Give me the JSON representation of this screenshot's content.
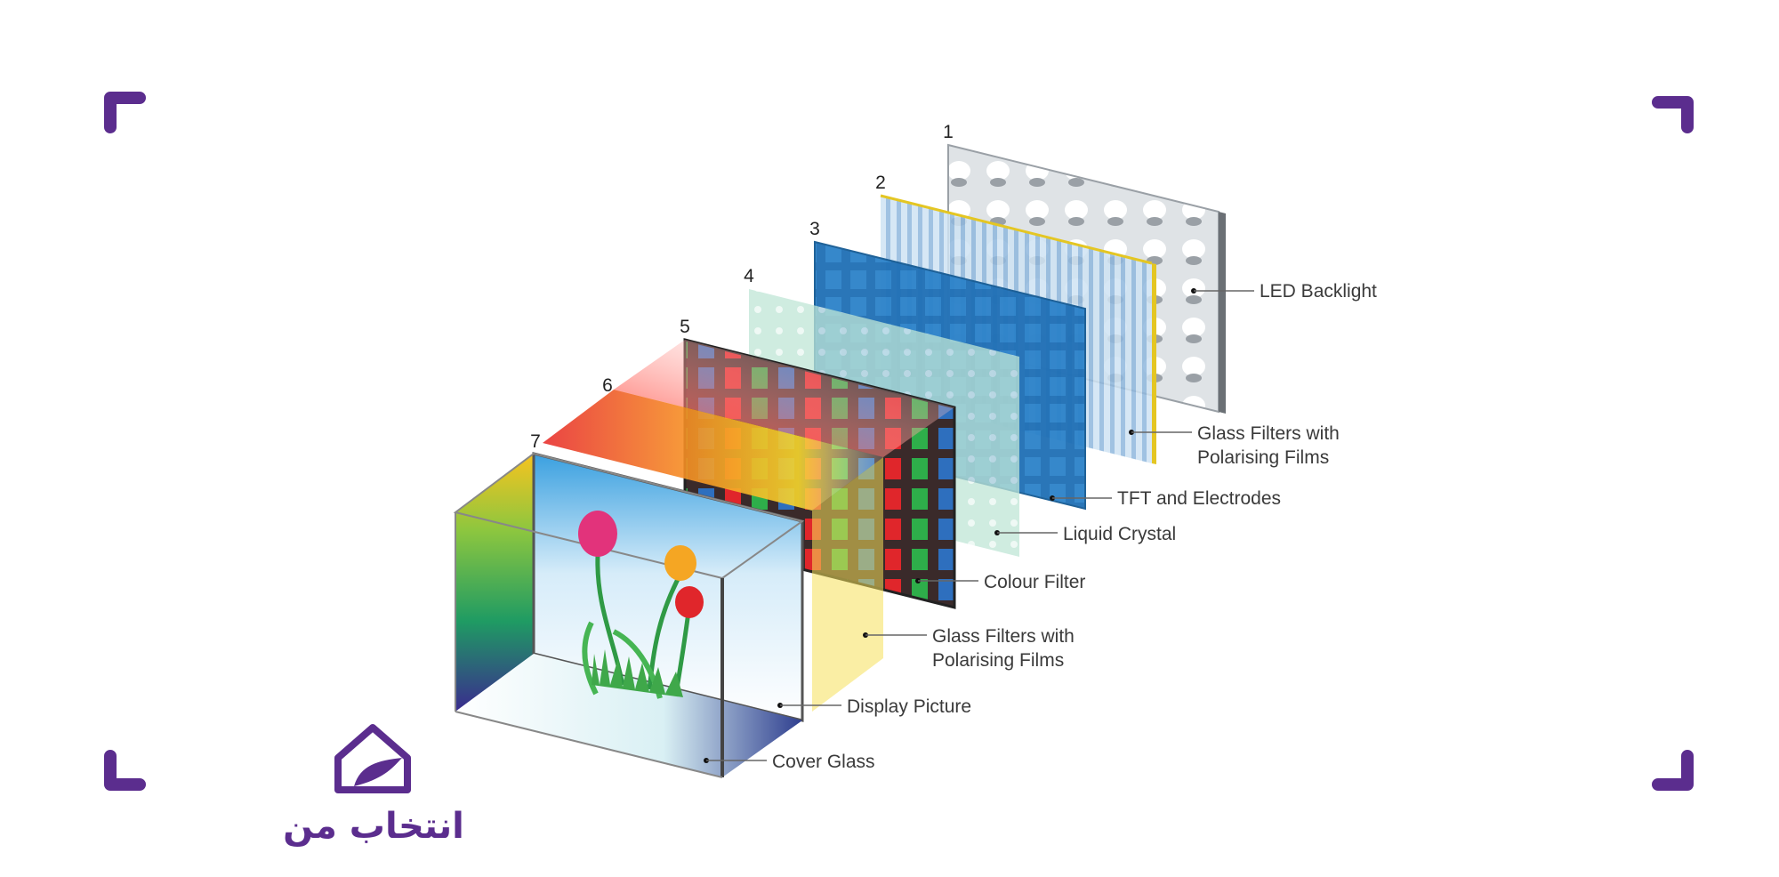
{
  "diagram": {
    "layer_numbers": [
      "1",
      "2",
      "3",
      "4",
      "5",
      "6",
      "7"
    ],
    "labels": {
      "led_backlight": "LED Backlight",
      "glass_filters_back_line1": "Glass Filters with",
      "glass_filters_back_line2": "Polarising Films",
      "tft": "TFT and Electrodes",
      "liquid_crystal": "Liquid Crystal",
      "colour_filter": "Colour Filter",
      "glass_filters_front_line1": "Glass Filters with",
      "glass_filters_front_line2": "Polarising Films",
      "display_picture": "Display Picture",
      "cover_glass": "Cover Glass"
    }
  },
  "logo": {
    "text": "انتخاب من",
    "color": "#5b2d8e"
  },
  "colors": {
    "brand_purple": "#5b2d8e",
    "tft_blue": "#1e6fb3",
    "liquid_crystal_green": "#bfe6d6"
  }
}
